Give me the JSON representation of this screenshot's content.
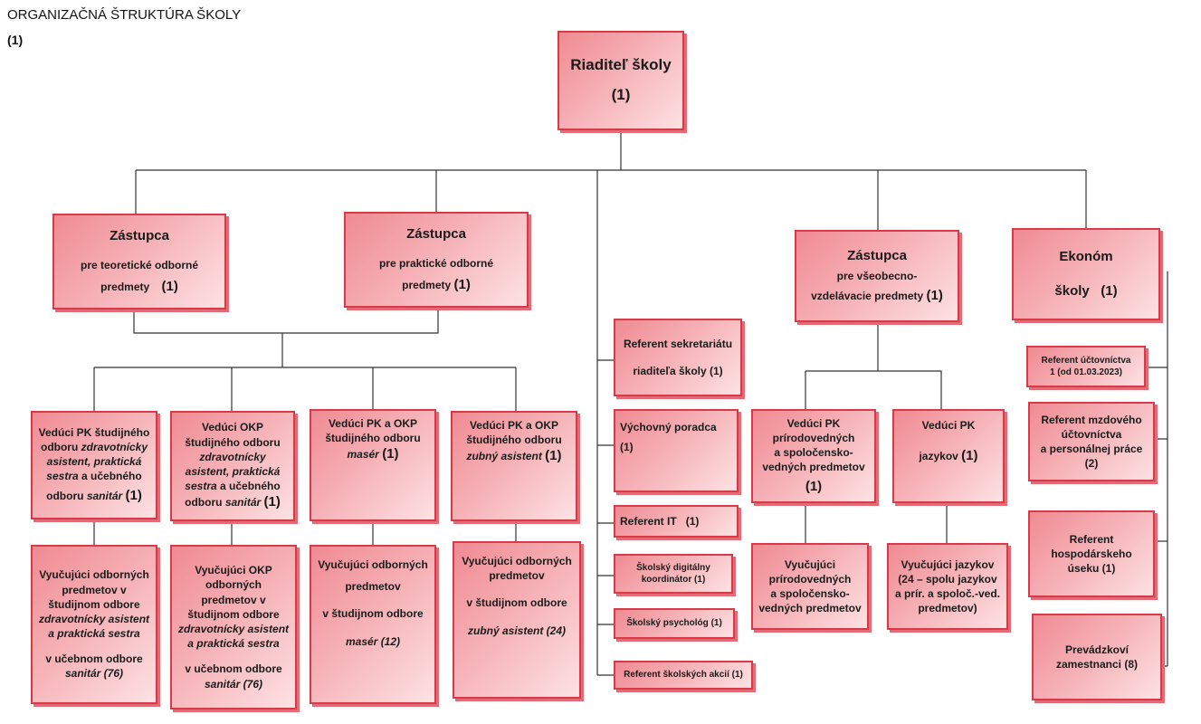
{
  "title": "ORGANIZAČNÁ ŠTRUKTÚRA ŠKOLY",
  "title_count": "(1)",
  "director": {
    "name": "Riaditeľ školy",
    "count": "(1)"
  },
  "deputy_theory": {
    "head": "Zástupca",
    "line1": "pre teoretické odborné",
    "line2": "predmety",
    "count": "(1)"
  },
  "deputy_practice": {
    "head": "Zástupca",
    "line1": "pre praktické odborné",
    "line2": "predmety",
    "count": "(1)"
  },
  "deputy_general": {
    "head": "Zástupca",
    "line1": "pre všeobecno-",
    "line2": "vzdelávacie predmety",
    "count": "(1)"
  },
  "economist": {
    "head": "Ekonóm",
    "line1": "školy",
    "count": "(1)"
  },
  "secretariat": {
    "line1": "Referent sekretariátu",
    "line2": "riaditeľa školy",
    "count": "(1)"
  },
  "counselor": {
    "line1": "Výchovný poradca",
    "count": "(1)"
  },
  "it": {
    "label": "Referent IT",
    "count": "(1)"
  },
  "digital": {
    "line1": "Školský digitálny",
    "line2": "koordinátor",
    "count": "(1)"
  },
  "psychologist": {
    "label": "Školský psychológ",
    "count": "(1)"
  },
  "events": {
    "label": "Referent školských akcií",
    "count": "(1)"
  },
  "pk1": {
    "l1": "Vedúci PK študijného",
    "l2a": "odboru",
    "l2b": "zdravotnícky",
    "l3": "asistent, praktická",
    "l4a": "sestra",
    "l4b": "a učebného",
    "l5a": "odboru",
    "l5b": "sanitár",
    "count": "(1)"
  },
  "okp1": {
    "l1": "Vedúci OKP",
    "l2": "študijného odboru",
    "l3": "zdravotnícky",
    "l4": "asistent, praktická",
    "l5a": "sestra",
    "l5b": "a učebného",
    "l6a": "odboru",
    "l6b": "sanitár",
    "count": "(1)"
  },
  "pk2": {
    "l1": "Vedúci PK a OKP",
    "l2": "študijného odboru",
    "l3": "masér",
    "count": "(1)"
  },
  "pk3": {
    "l1": "Vedúci PK a OKP",
    "l2": "študijného odboru",
    "l3": "zubný asistent",
    "count": "(1)"
  },
  "t1": {
    "l1": "Vyučujúci odborných",
    "l2": "predmetov v",
    "l3": "študijnom odbore",
    "l4": "zdravotnícky asistent",
    "l5": "a praktická sestra",
    "l6": "v učebnom odbore",
    "l7": "sanitár",
    "count": "(76)"
  },
  "t2": {
    "l1": "Vyučujúci  OKP",
    "l2": "odborných",
    "l3": "predmetov v",
    "l4": "študijnom odbore",
    "l5": "zdravotnícky asistent",
    "l6": "a praktická sestra",
    "l7": "v učebnom odbore",
    "l8": "sanitár",
    "count": "(76)"
  },
  "t3": {
    "l1": "Vyučujúci odborných",
    "l2": "predmetov",
    "l3": "v študijnom odbore",
    "l4": "masér",
    "count": "(12)"
  },
  "t4": {
    "l1": "Vyučujúci odborných",
    "l2": "predmetov",
    "l3": "v študijnom odbore",
    "l4": "zubný asistent",
    "count": "(24)"
  },
  "pk_science": {
    "l1": "Vedúci PK",
    "l2": "prírodovedných",
    "l3": "a spoločensko-",
    "l4": "vedných predmetov",
    "count": "(1)"
  },
  "pk_lang": {
    "l1": "Vedúci PK",
    "l2": "jazykov",
    "count": "(1)"
  },
  "t_science": {
    "l1": "Vyučujúci",
    "l2": "prírodovedných",
    "l3": "a spoločensko-",
    "l4": "vedných predmetov"
  },
  "t_lang": {
    "l1": "Vyučujúci jazykov",
    "l2": "(24 – spolu jazykov",
    "l3": "a prír. a spoloč.-ved.",
    "l4": "predmetov)"
  },
  "acc": {
    "l1": "Referent účtovníctva",
    "l2": "1 (od 01.03.2023)"
  },
  "payroll": {
    "l1": "Referent mzdového",
    "l2": "účtovníctva",
    "l3": "a personálnej práce",
    "count": "(2)"
  },
  "econ": {
    "l1": "Referent",
    "l2": "hospodárskeho",
    "l3": "úseku",
    "count": "(1)"
  },
  "ops": {
    "l1": "Prevádzkoví",
    "l2": "zamestnanci",
    "count": "(8)"
  }
}
